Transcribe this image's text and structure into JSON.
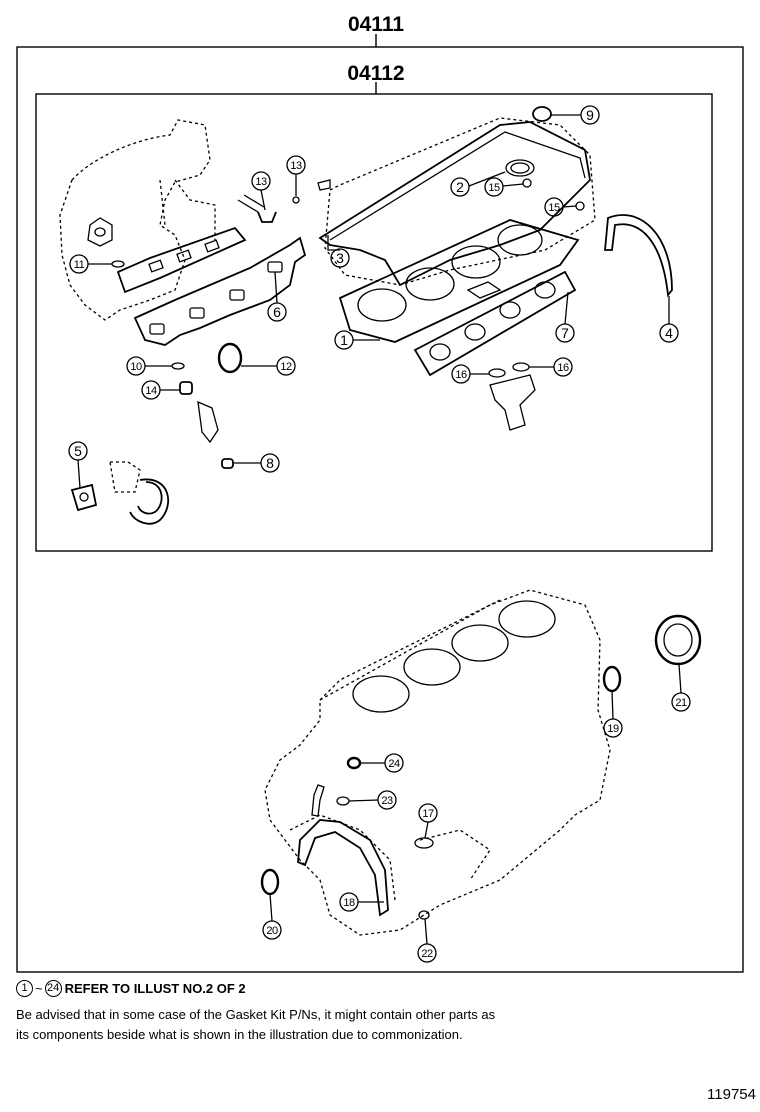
{
  "diagram": {
    "outer_code": "04111",
    "inner_code": "04112",
    "callouts": [
      {
        "num": "1"
      },
      {
        "num": "2"
      },
      {
        "num": "3"
      },
      {
        "num": "4"
      },
      {
        "num": "5"
      },
      {
        "num": "6"
      },
      {
        "num": "7"
      },
      {
        "num": "8"
      },
      {
        "num": "9"
      },
      {
        "num": "10"
      },
      {
        "num": "11"
      },
      {
        "num": "12"
      },
      {
        "num": "13"
      },
      {
        "num": "13"
      },
      {
        "num": "14"
      },
      {
        "num": "15"
      },
      {
        "num": "15"
      },
      {
        "num": "16"
      },
      {
        "num": "16"
      },
      {
        "num": "17"
      },
      {
        "num": "18"
      },
      {
        "num": "19"
      },
      {
        "num": "20"
      },
      {
        "num": "21"
      },
      {
        "num": "22"
      },
      {
        "num": "23"
      },
      {
        "num": "24"
      }
    ]
  },
  "footer": {
    "range_start": "1",
    "range_end": "24",
    "tilde": "~",
    "refer_text": "REFER TO ILLUST NO.2 OF 2",
    "advisory_line1": "Be advised that in some case of the Gasket Kit P/Ns,  it might contain other parts as",
    "advisory_line2": "its components beside what is shown in the illustration due to commonization.",
    "illustration_number": "119754"
  }
}
